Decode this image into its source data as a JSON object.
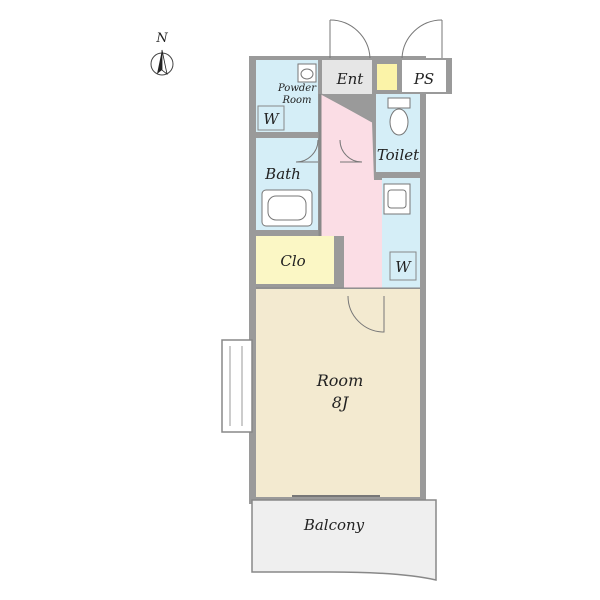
{
  "compass": {
    "label": "N",
    "icon": "north-arrow-icon"
  },
  "rooms": {
    "entrance": "Ent",
    "pipe_space": "PS",
    "powder_room_line1": "Powder",
    "powder_room_line2": "Room",
    "washer_powder": "W",
    "toilet": "Toilet",
    "bath": "Bath",
    "closet": "Clo",
    "washer_kitchen": "W",
    "room": "Room",
    "room_size": "8J",
    "balcony": "Balcony"
  },
  "colors": {
    "wall": "#9a9a9a",
    "wet_area": "#d5eef7",
    "hallway": "#fbdde5",
    "closet": "#fbf7c5",
    "room": "#f3ead0",
    "entrance_floor": "#e6e6e6",
    "balcony": "#efefef",
    "ps_marker": "#fbf3a8"
  }
}
